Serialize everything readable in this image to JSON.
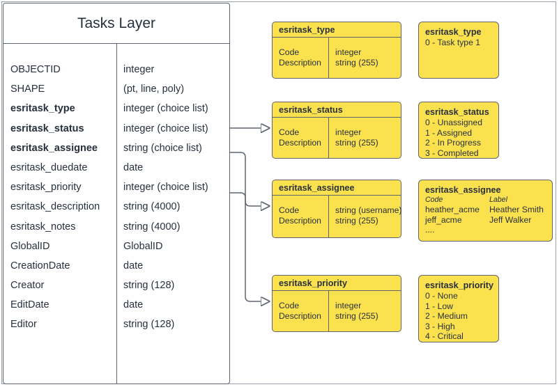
{
  "diagram": {
    "title": "Tasks Layer",
    "accent_color": "#FCE14E",
    "line_color": "#5d6470",
    "text_color": "#27303d"
  },
  "tasks_layer": {
    "title": "Tasks Layer",
    "fields": [
      {
        "name": "OBJECTID",
        "type": "integer",
        "bold": false
      },
      {
        "name": "SHAPE",
        "type": "(pt, line, poly)",
        "bold": false
      },
      {
        "name": "esritask_type",
        "type": "integer (choice list)",
        "bold": true
      },
      {
        "name": "esritask_status",
        "type": "integer (choice list)",
        "bold": true
      },
      {
        "name": "esritask_assignee",
        "type": "string (choice list)",
        "bold": true
      },
      {
        "name": "esritask_duedate",
        "type": "date",
        "bold": false
      },
      {
        "name": "esritask_priority",
        "type": "integer (choice list)",
        "bold": false
      },
      {
        "name": "esritask_description",
        "type": "string (4000)",
        "bold": false
      },
      {
        "name": "esritask_notes",
        "type": "string (4000)",
        "bold": false
      },
      {
        "name": "GlobalID",
        "type": "GlobalID",
        "bold": false
      },
      {
        "name": "CreationDate",
        "type": "date",
        "bold": false
      },
      {
        "name": "Creator",
        "type": "string (128)",
        "bold": false
      },
      {
        "name": "EditDate",
        "type": "date",
        "bold": false
      },
      {
        "name": "Editor",
        "type": "string (128)",
        "bold": false
      }
    ]
  },
  "tables": {
    "type": {
      "title": "esritask_type",
      "col_left": "Code\nDescription",
      "col_right": "integer\nstring (255)"
    },
    "status": {
      "title": "esritask_status",
      "col_left": "Code\nDescription",
      "col_right": "integer\nstring (255)"
    },
    "assignee": {
      "title": "esritask_assignee",
      "col_left": "Code\nDescription",
      "col_right": "string  (username)\nstring (255)"
    },
    "priority": {
      "title": "esritask_priority",
      "col_left": "Code\nDescription",
      "col_right": "integer\nstring (255)"
    }
  },
  "domains": {
    "type": {
      "title": "esritask_type",
      "values": [
        "0 - Task type 1"
      ]
    },
    "status": {
      "title": "esritask_status",
      "values": [
        "0 - Unassigned",
        "1 - Assigned",
        "2 - In Progress",
        "3 - Completed"
      ]
    },
    "assignee": {
      "title": "esritask_assignee",
      "header_code": "Code",
      "header_label": "Label",
      "pairs": [
        {
          "code": "heather_acme",
          "label": "Heather Smith"
        },
        {
          "code": "jeff_acme",
          "label": "Jeff Walker"
        }
      ],
      "ellipsis": "...."
    },
    "priority": {
      "title": "esritask_priority",
      "values": [
        "0 - None",
        "1 - Low",
        "2 - Medium",
        "3 - High",
        "4 - Critical"
      ]
    }
  }
}
